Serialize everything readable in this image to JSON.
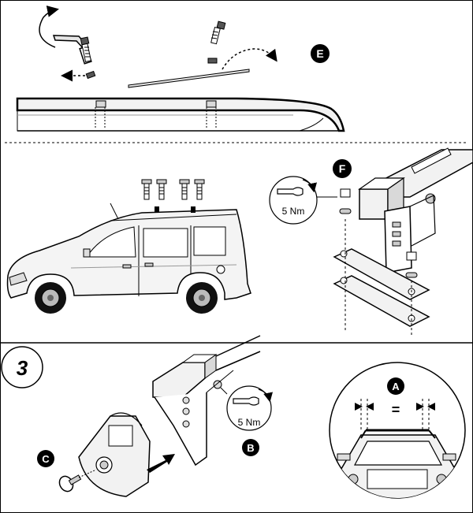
{
  "labels": {
    "E": "E",
    "F": "F",
    "step": "3",
    "C": "C",
    "B": "B",
    "A": "A",
    "torque_top": "5 Nm",
    "torque_bottom": "5 Nm",
    "equal": "="
  },
  "icons": {
    "torque": "torque-wrench-icon",
    "arrow": "direction-arrow-icon"
  },
  "colors": {
    "line": "#000000",
    "fill_light": "#f2f2f2",
    "fill_mid": "#d9d9d9",
    "background": "#ffffff"
  }
}
